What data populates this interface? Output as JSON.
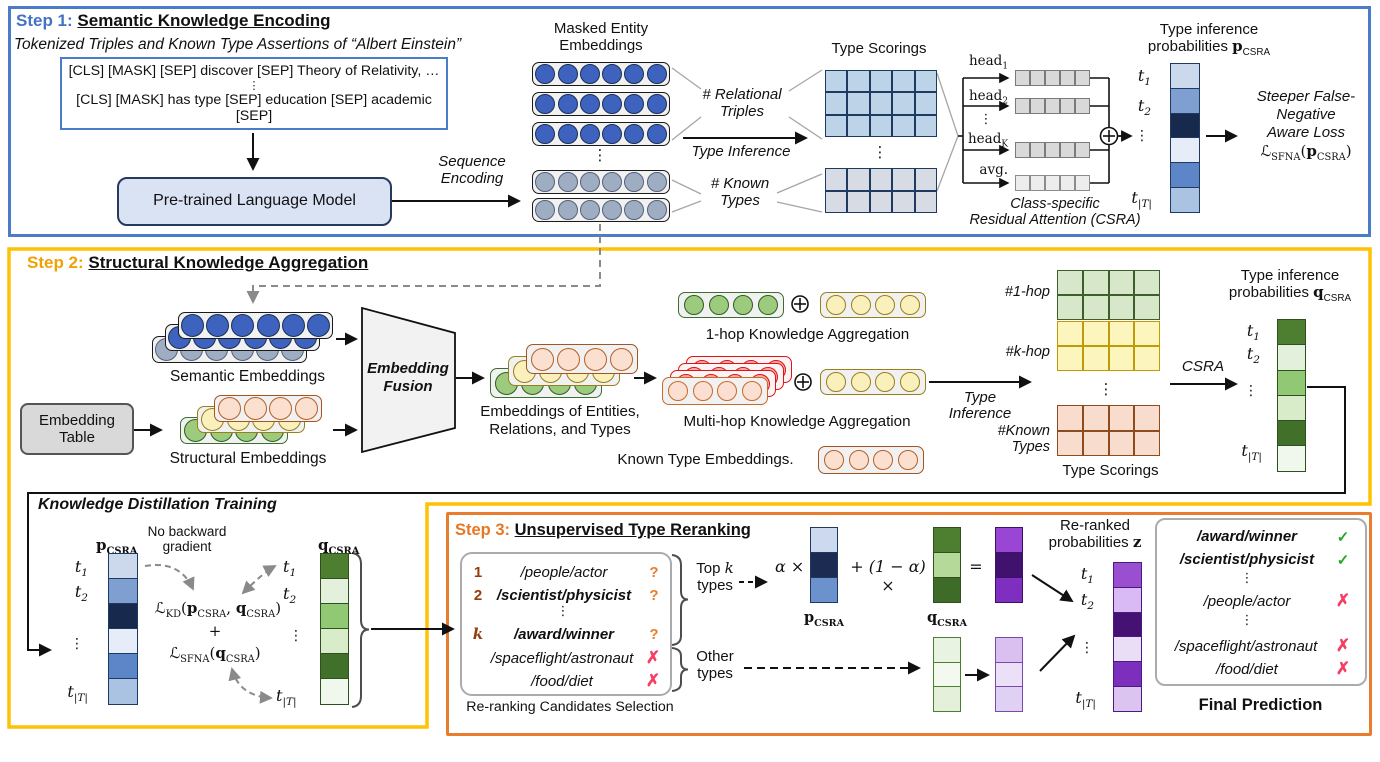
{
  "colors": {
    "step1_border": "#4a7cc7",
    "step2_border": "#ffc104",
    "step3_border": "#e87d2f",
    "step1_label": "#4472c4",
    "step2_label": "#f0a202",
    "step3_label": "#e87722",
    "question_mark": "#e87d2f",
    "cross_mark": "#f43f63",
    "check_mark": "#27a827",
    "rank_number": "#943d0c"
  },
  "math": {
    "t": "t",
    "sub1": "1",
    "sub2": "2",
    "subT": "|T|",
    "subK": "K",
    "vdots": "⋮",
    "oplus": "⊕",
    "head": "head",
    "avg": "avg.",
    "L": "ℒ",
    "KD": "KD",
    "SFNA": "SFNA",
    "p": "p",
    "q": "q",
    "z": "z",
    "CSRA": "CSRA",
    "lp": "(",
    "rp": ")",
    "comma": ", ",
    "plus": "+",
    "alpha_times": "α ×",
    "one_minus_times": "+ (1 − α) ×",
    "equals": "="
  },
  "columns": {
    "p": {
      "border": "#1f3a60",
      "cells": [
        "#ccd9ed",
        "#7f9fd0",
        "#18294e",
        "#e6ecf8",
        "#5c86c8",
        "#abc3e3"
      ]
    },
    "q": {
      "border": "#2f4f1e",
      "cells": [
        "#4e7e30",
        "#e3f0dc",
        "#90c873",
        "#d8ecc9",
        "#41702a",
        "#f0f7ec"
      ]
    },
    "p_mini": {
      "border": "#1f3a60",
      "cells": [
        "#ccd9ee",
        "#1b2b52",
        "#6b92cc"
      ]
    },
    "q_mini": {
      "border": "#2f4f1e",
      "cells": [
        "#4e7e30",
        "#b5d999",
        "#3f6b28"
      ]
    },
    "purple_mini": {
      "border": "#3d1168",
      "cells": [
        "#9a46d4",
        "#40126e",
        "#7e2fc0"
      ]
    },
    "lightgreen_mini": {
      "border": "#4e7e30",
      "cells": [
        "#e9f3e1",
        "#f3f9ee",
        "#e4f0da"
      ]
    },
    "lightpurple_mini": {
      "border": "#7a4aaa",
      "cells": [
        "#d9c0f0",
        "#ecdff8",
        "#dfd0f4"
      ]
    },
    "z": {
      "border": "#4a1a80",
      "cells": [
        "#9a4fd0",
        "#d9baf5",
        "#451274",
        "#e9def5",
        "#7b2fbc",
        "#dcc4f0"
      ]
    }
  },
  "step1": {
    "label": "Step 1:",
    "title": "Semantic Knowledge Encoding",
    "subtitle": "Tokenized Triples and Known  Type Assertions of “Albert Einstein”",
    "tokens": {
      "line1": "[CLS] [MASK] [SEP] discover [SEP] Theory of Relativity, …",
      "line2": "[CLS] [MASK] has type [SEP] education [SEP] academic [SEP]"
    },
    "plm": "Pre-trained Language Model",
    "sequence_encoding": {
      "line1": "Sequence",
      "line2": "Encoding"
    },
    "masked_title": {
      "line1": "Masked Entity",
      "line2": "Embeddings"
    },
    "relational": {
      "line1": "# Relational",
      "line2": "Triples"
    },
    "type_inference": "Type Inference",
    "known": {
      "line1": "# Known",
      "line2": "Types"
    },
    "type_scorings": "Type Scorings",
    "csra_caption": {
      "line1": "Class-specific",
      "line2": "Residual Attention (CSRA)"
    },
    "p_title": {
      "line1": "Type inference",
      "line2": "probabilities "
    },
    "loss": {
      "line1": "Steeper False-",
      "line2": "Negative",
      "line3": "Aware Loss"
    }
  },
  "step2": {
    "label": "Step 2:",
    "title": "Structural Knowledge Aggregation",
    "semantic_label": "Semantic Embeddings",
    "embedding_table": {
      "line1": "Embedding",
      "line2": "Table"
    },
    "structural_label": "Structural Embeddings",
    "fusion": {
      "line1": "Embedding",
      "line2": "Fusion"
    },
    "eert": {
      "line1": "Embeddings of Entities,",
      "line2": "Relations, and Types"
    },
    "onehop_label": "1-hop Knowledge Aggregation",
    "multihop_label": "Multi-hop Knowledge Aggregation",
    "known_type_label": "Known Type Embeddings.",
    "type_inference": {
      "line1": "Type",
      "line2": "Inference"
    },
    "grid_1hop": "#1-hop",
    "grid_khop": "#k-hop",
    "grid_known": {
      "line1": "#Known",
      "line2": "Types"
    },
    "type_scorings": "Type Scorings",
    "csra": "CSRA",
    "q_title": {
      "line1": "Type inference",
      "line2": "probabilities "
    }
  },
  "kd": {
    "title": "Knowledge Distillation Training",
    "no_backward": {
      "line1": "No backward",
      "line2": "gradient"
    }
  },
  "step3": {
    "label": "Step 3:",
    "title": "Unsupervised Type Reranking",
    "candidates": [
      {
        "rank": "1",
        "type": "/people/actor",
        "mark": "?"
      },
      {
        "rank": "2",
        "type": "/scientist/physicist",
        "mark": "?"
      },
      {
        "rank": "k",
        "type": "/award/winner",
        "mark": "?"
      },
      {
        "rank": "",
        "type": "/spaceflight/astronaut",
        "mark": "✗"
      },
      {
        "rank": "",
        "type": "/food/diet",
        "mark": "✗"
      }
    ],
    "caption": "Re-ranking Candidates Selection",
    "topk": {
      "line1_a": "Top ",
      "line1_k": "k",
      "line2": "types"
    },
    "other": {
      "line1": "Other",
      "line2": "types"
    },
    "reranked_title": {
      "line1": "Re-ranked",
      "line2": "probabilities "
    },
    "final": {
      "items": [
        {
          "type": "/award/winner",
          "mark": "✓"
        },
        {
          "type": "/scientist/physicist",
          "mark": "✓"
        },
        {
          "type": "/people/actor",
          "mark": "✗"
        },
        {
          "type": "/spaceflight/astronaut",
          "mark": "✗"
        },
        {
          "type": "/food/diet",
          "mark": "✗"
        }
      ],
      "label": "Final Prediction"
    }
  }
}
